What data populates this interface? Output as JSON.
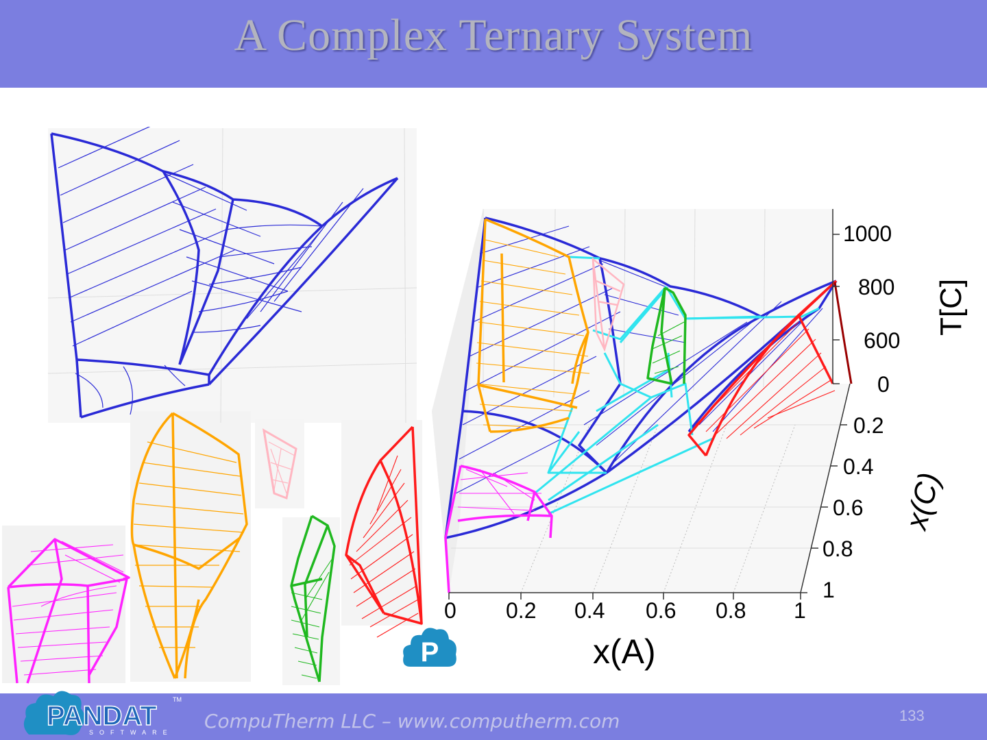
{
  "slide": {
    "title": "A Complex Ternary System",
    "footer": "CompuTherm LLC – www.computherm.com",
    "page_number": "133"
  },
  "logo": {
    "name": "PANDAT",
    "tm": "TM",
    "sub": "SOFTWARE"
  },
  "badge": {
    "letter": "P"
  },
  "plot": {
    "t_axis_label": "T[C]",
    "t_ticks": [
      "1000",
      "800",
      "600",
      "0"
    ],
    "xc_axis_label": "x(C)",
    "xc_ticks": [
      "0.2",
      "0.4",
      "0.6",
      "0.8",
      "1"
    ],
    "xa_axis_label": "x(A)",
    "xa_ticks": [
      "0",
      "0.2",
      "0.4",
      "0.6",
      "0.8",
      "1"
    ]
  },
  "colors": {
    "header": "#7b7ee0",
    "blue": "#2a2ad6",
    "orange": "#ffa500",
    "magenta": "#ff22ff",
    "green": "#1fb81f",
    "red": "#ff1a1a",
    "pink": "#ffb6c1",
    "cyan": "#30e4ef"
  }
}
